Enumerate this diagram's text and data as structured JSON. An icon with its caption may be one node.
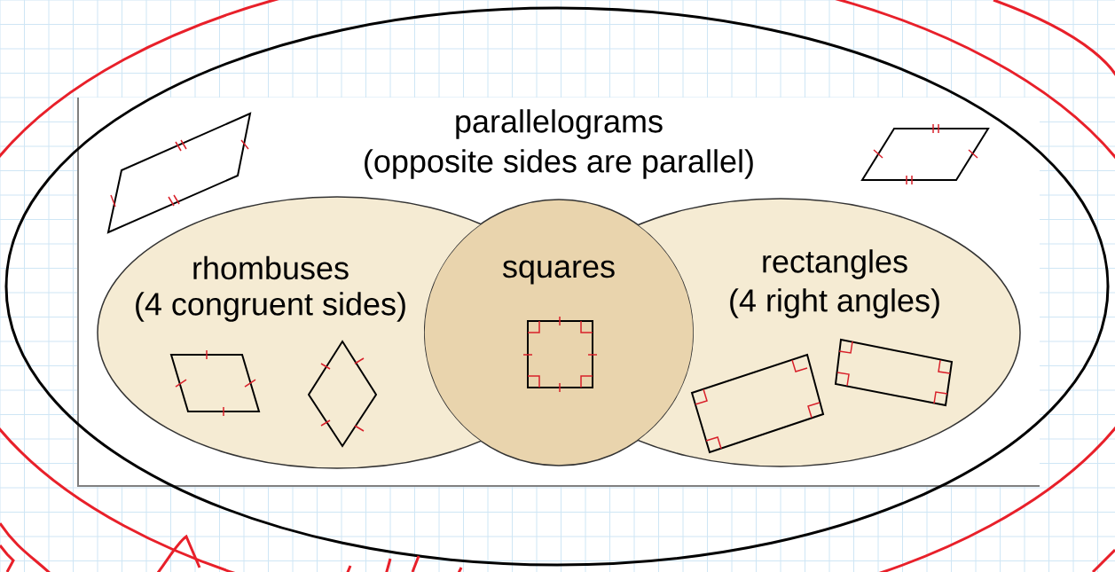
{
  "diagram": {
    "nodes": [
      {
        "text": [
          "parallelograms",
          "(opposite sides are parallel)"
        ]
      },
      {
        "text": [
          "rhombuses",
          "(4 congruent sides)"
        ],
        "in": 0
      },
      {
        "text": [
          "squares"
        ],
        "in": 0
      },
      {
        "text": [
          "rectangles",
          "(4 right angles)"
        ],
        "in": 0
      }
    ]
  }
}
